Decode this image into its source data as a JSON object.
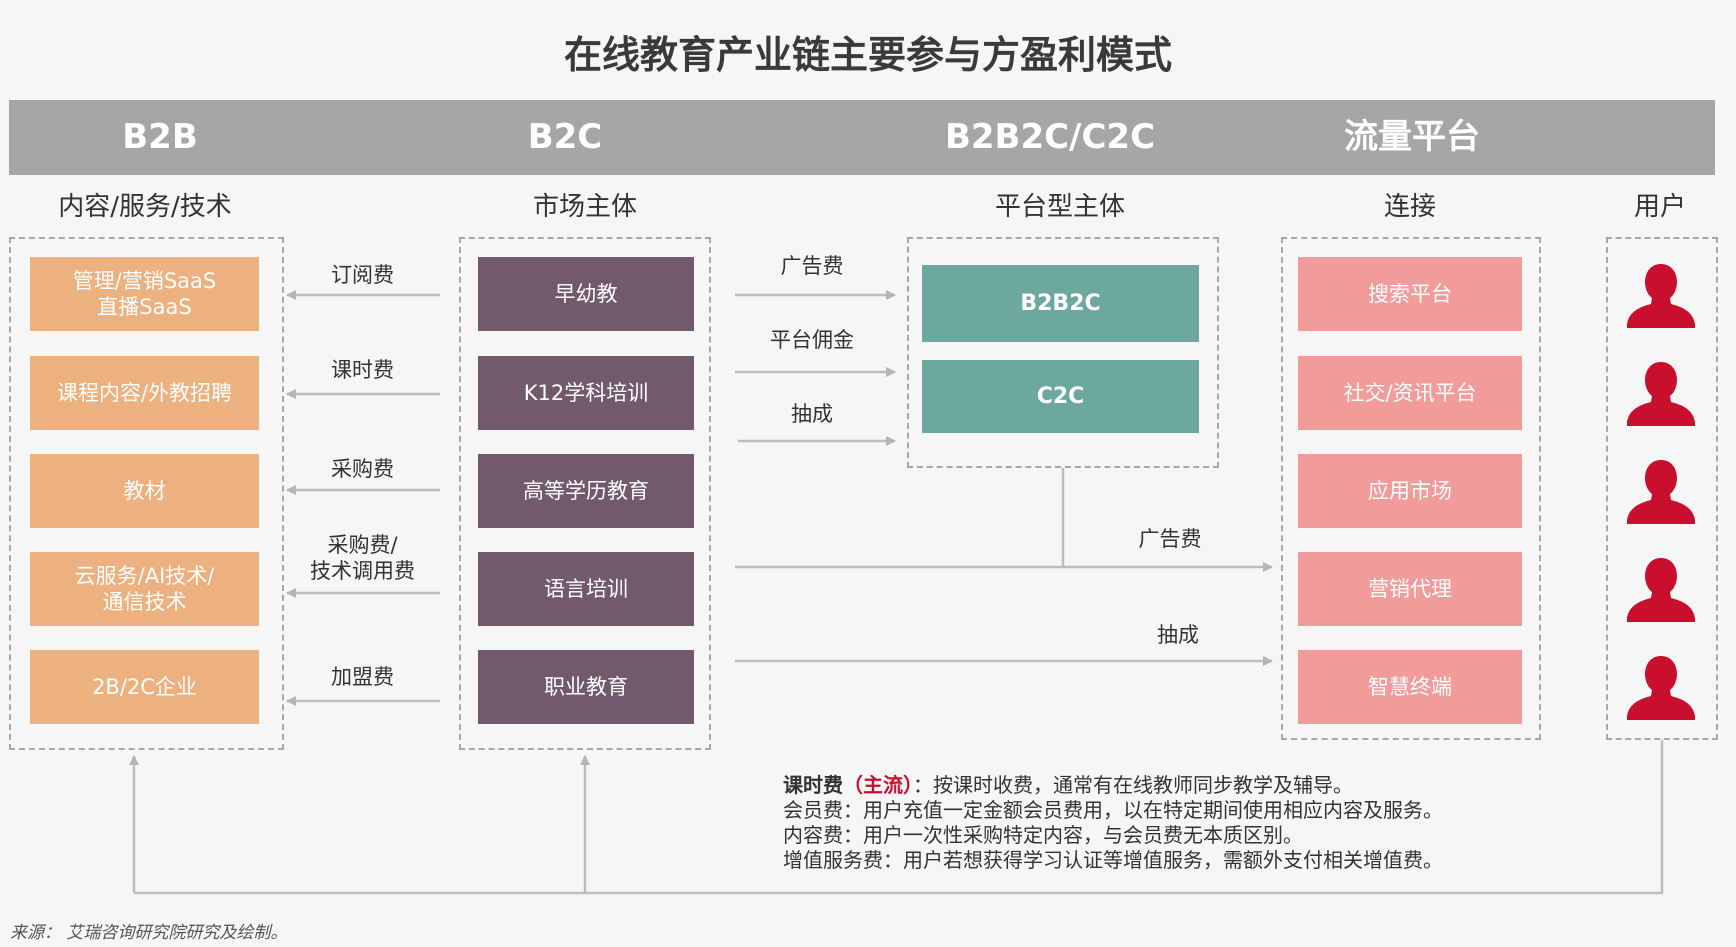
{
  "title": "在线教育产业链主要参与方盈利模式",
  "columns": {
    "b2b": {
      "header": "B2B",
      "sub": "内容/服务/技术",
      "items": [
        "管理/营销SaaS\n直播SaaS",
        "课程内容/外教招聘",
        "教材",
        "云服务/AI技术/\n通信技术",
        "2B/2C企业"
      ]
    },
    "b2c": {
      "header": "B2C",
      "sub": "市场主体",
      "items": [
        "早幼教",
        "K12学科培训",
        "高等学历教育",
        "语言培训",
        "职业教育"
      ]
    },
    "platform": {
      "header": "B2B2C/C2C",
      "sub": "平台型主体",
      "items": [
        "B2B2C",
        "C2C"
      ]
    },
    "traffic": {
      "header": "流量平台",
      "sub": "连接",
      "items": [
        "搜索平台",
        "社交/资讯平台",
        "应用市场",
        "营销代理",
        "智慧终端"
      ]
    },
    "user": {
      "sub": "用户",
      "icon": "user-icon",
      "count": 5
    }
  },
  "flows": {
    "b2c_to_b2b": [
      "订阅费",
      "课时费",
      "采购费",
      "采购费/\n技术调用费",
      "加盟费"
    ],
    "b2c_to_platform": [
      "广告费",
      "平台佣金",
      "抽成"
    ],
    "to_traffic": [
      "广告费",
      "抽成"
    ]
  },
  "notes": {
    "line1_term": "课时费",
    "line1_tag": "（主流）",
    "line1_rest": "：按课时收费，通常有在线教师同步教学及辅导。",
    "line2": "会员费：用户充值一定金额会员费用，以在特定期间使用相应内容及服务。",
    "line3": "内容费：用户一次性采购特定内容，与会员费无本质区别。",
    "line4": "增值服务费：用户若想获得学习认证等增值服务，需额外支付相关增值费。"
  },
  "source": "来源： 艾瑞咨询研究院研究及绘制。",
  "colors": {
    "orange": "#edb07f",
    "purple": "#725a6c",
    "teal": "#6da89f",
    "pink": "#f19b9a",
    "user": "#c8102e",
    "band": "#a6a6a6"
  }
}
